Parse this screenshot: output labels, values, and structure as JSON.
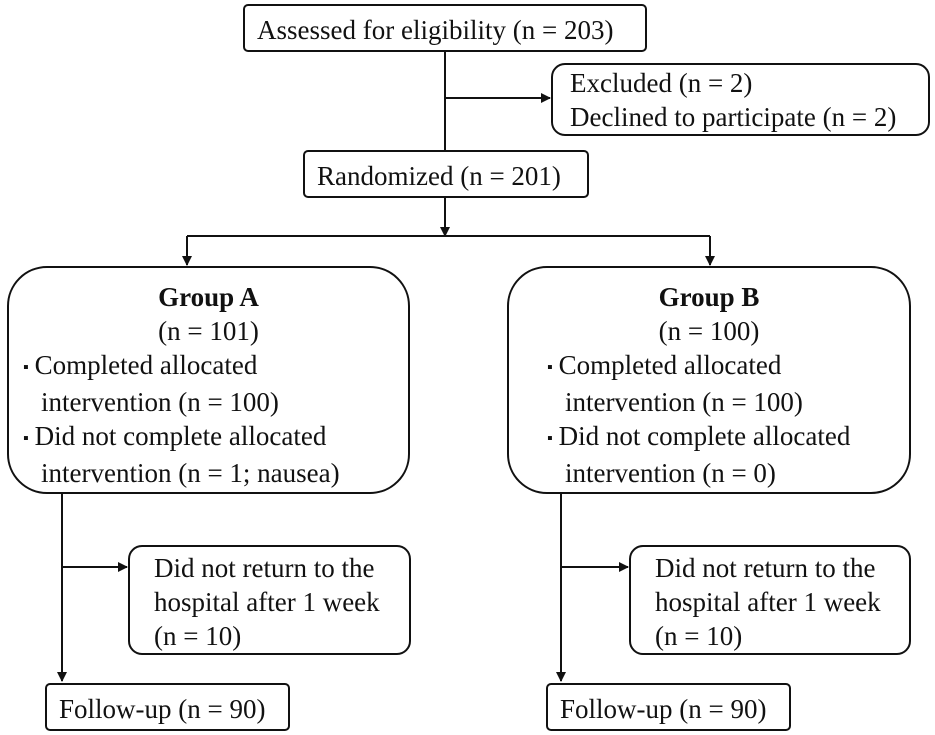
{
  "boxes": {
    "assessed": "Assessed for eligibility (n = 203)",
    "excluded": {
      "line1": "Excluded (n = 2)",
      "line2": "Declined to participate (n = 2)"
    },
    "randomized": "Randomized (n = 201)",
    "group_a": {
      "title": "Group A",
      "count": "(n = 101)",
      "item1_line1": "Completed allocated",
      "item1_line2": "intervention (n = 100)",
      "item2_line1": "Did not complete allocated",
      "item2_line2": "intervention (n = 1; nausea)"
    },
    "group_b": {
      "title": "Group B",
      "count": "(n = 100)",
      "item1_line1": "Completed allocated",
      "item1_line2": "intervention (n = 100)",
      "item2_line1": "Did not complete allocated",
      "item2_line2": "intervention (n = 0)"
    },
    "dropout_a": {
      "line1": "Did not return to the",
      "line2": "hospital after 1 week",
      "line3": "(n = 10)"
    },
    "dropout_b": {
      "line1": "Did not return to the",
      "line2": "hospital after 1 week",
      "line3": "(n = 10)"
    },
    "followup_a": "Follow-up (n = 90)",
    "followup_b": "Follow-up (n = 90)"
  },
  "bullet_glyph": "▪",
  "colors": {
    "stroke": "#111111",
    "fill": "#ffffff"
  }
}
